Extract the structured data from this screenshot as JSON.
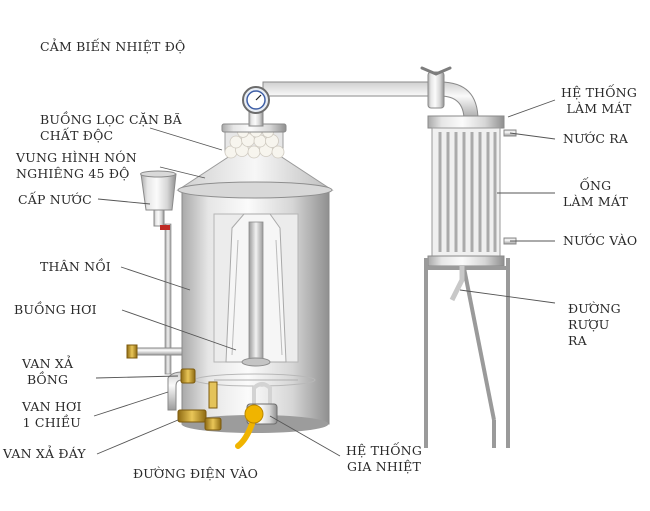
{
  "header": {
    "sensor_label": "CẢM BIẾN NHIỆT ĐỘ"
  },
  "labels": {
    "filter_chamber": "BUỒNG LỌC CẶN BÃ\nCHẤT ĐỘC",
    "cone": "VUNG HÌNH NÓN\nNGHIÊNG 45 ĐỘ",
    "water_feed": "CẤP NƯỚC",
    "pot_body": "THÂN NỒI",
    "steam_chamber": "BUỒNG HƠI",
    "foam_valve": "VAN XẢ\nBỒNG",
    "check_valve": "VAN HƠI\n1 CHIỀU",
    "bottom_valve": "VAN XẢ ĐÁY",
    "power_input": "ĐƯỜNG ĐIỆN VÀO",
    "heating_system": "HỆ THỐNG\nGIA NHIỆT",
    "cooling_system": "HỆ THỐNG\nLÀM MÁT",
    "water_out": "NƯỚC RA",
    "cooling_tube": "ỐNG\nLÀM MÁT",
    "water_in": "NƯỚC VÀO",
    "alcohol_outlet": "ĐƯỜNG\nRƯỢU\nRA"
  },
  "colors": {
    "steel_light": "#f4f4f4",
    "steel_mid": "#c9c9c9",
    "steel_dark": "#8a8a8a",
    "leader": "#555555",
    "brass": "#c8a02c",
    "cable": "#f0b400"
  }
}
